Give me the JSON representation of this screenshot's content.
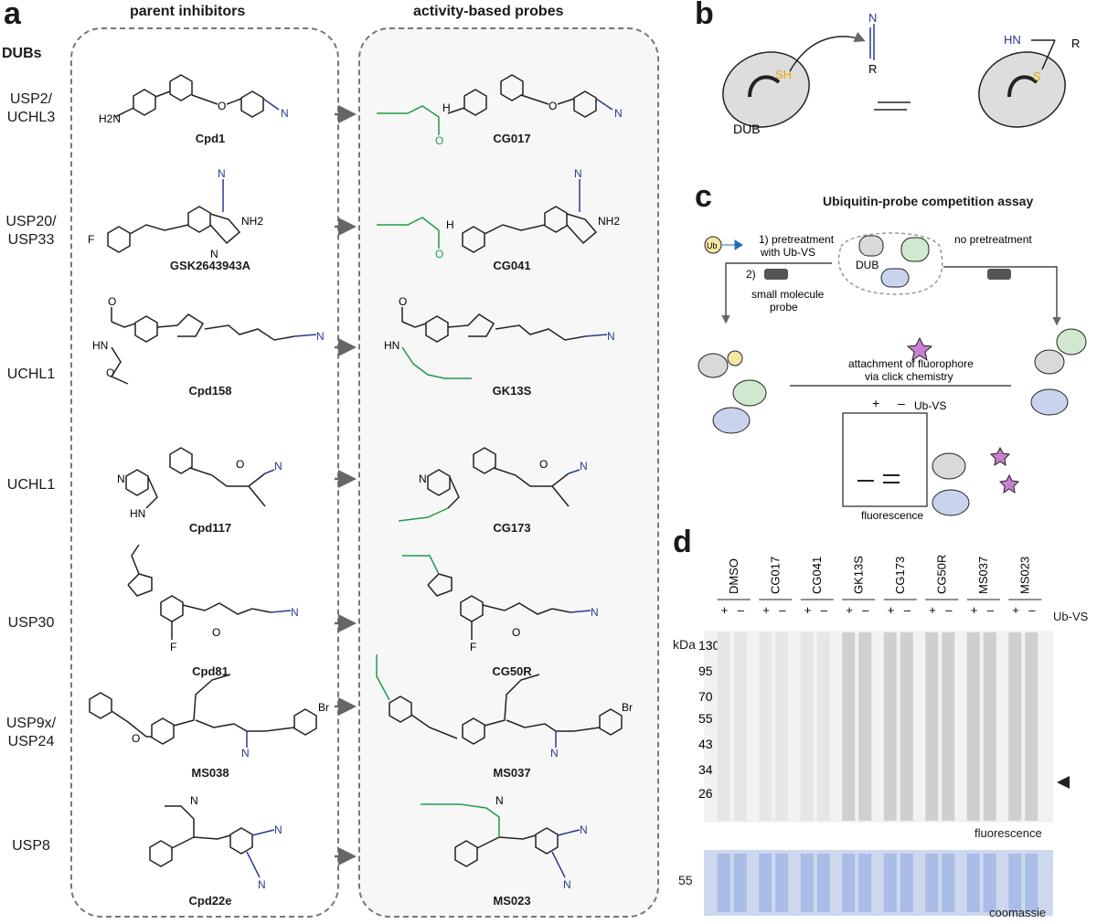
{
  "panel_a": {
    "letter": "a",
    "header_left": "parent inhibitors",
    "header_right": "activity-based probes",
    "dubs_label": "DUBs",
    "rows": [
      {
        "dub_line1": "USP2/",
        "dub_line2": "UCHL3",
        "inhibitor": "Cpd1",
        "probe": "CG017"
      },
      {
        "dub_line1": "USP20/",
        "dub_line2": "USP33",
        "inhibitor": "GSK2643943A",
        "probe": "CG041"
      },
      {
        "dub_line1": "UCHL1",
        "dub_line2": "",
        "inhibitor": "Cpd158",
        "probe": "GK13S"
      },
      {
        "dub_line1": "UCHL1",
        "dub_line2": "",
        "inhibitor": "Cpd117",
        "probe": "CG173"
      },
      {
        "dub_line1": "USP30",
        "dub_line2": "",
        "inhibitor": "Cpd81",
        "probe": "CG50R"
      },
      {
        "dub_line1": "USP9x/",
        "dub_line2": "USP24",
        "inhibitor": "MS038",
        "probe": "MS037"
      },
      {
        "dub_line1": "USP8",
        "dub_line2": "",
        "inhibitor": "Cpd22e",
        "probe": "MS023"
      }
    ],
    "atom_labels": {
      "nitrogen": "N",
      "oxygen": "O",
      "fluorine": "F",
      "bromine": "Br",
      "nh2": "NH2",
      "h2n": "H2N",
      "hn": "HN",
      "h": "H"
    }
  },
  "panel_b": {
    "letter": "b",
    "dub_label": "DUB",
    "thiol": "SH",
    "r_group": "R",
    "imine": "HN",
    "sulfur": "S"
  },
  "panel_c": {
    "letter": "c",
    "title": "Ubiquitin-probe competition assay",
    "ub": "Ub",
    "dub": "DUB",
    "step1": "1) pretreatment",
    "step1b": "with Ub-VS",
    "step2": "2)",
    "step2b": "small molecule",
    "step2c": "probe",
    "no_pretreatment": "no pretreatment",
    "attach1": "attachment of fluorophore",
    "attach2": "via click chemistry",
    "plus": "+",
    "minus": "–",
    "ubvs": "Ub-VS",
    "fluorescence": "fluorescence"
  },
  "panel_d": {
    "letter": "d",
    "samples": [
      "DMSO",
      "CG017",
      "CG041",
      "GK13S",
      "CG173",
      "CG50R",
      "MS037",
      "MS023"
    ],
    "plus": "+",
    "minus": "–",
    "ubvs": "Ub-VS",
    "kda": "kDa",
    "markers": [
      "130",
      "95",
      "70",
      "55",
      "43",
      "34",
      "26"
    ],
    "fluorescence": "fluorescence",
    "coomassie_marker": "55",
    "coomassie": "coomassie"
  },
  "colors": {
    "nitrile": "#2b3a8c",
    "alkyne": "#1e9b4b",
    "sulfur": "#e8a600",
    "dashed": "#777777"
  }
}
